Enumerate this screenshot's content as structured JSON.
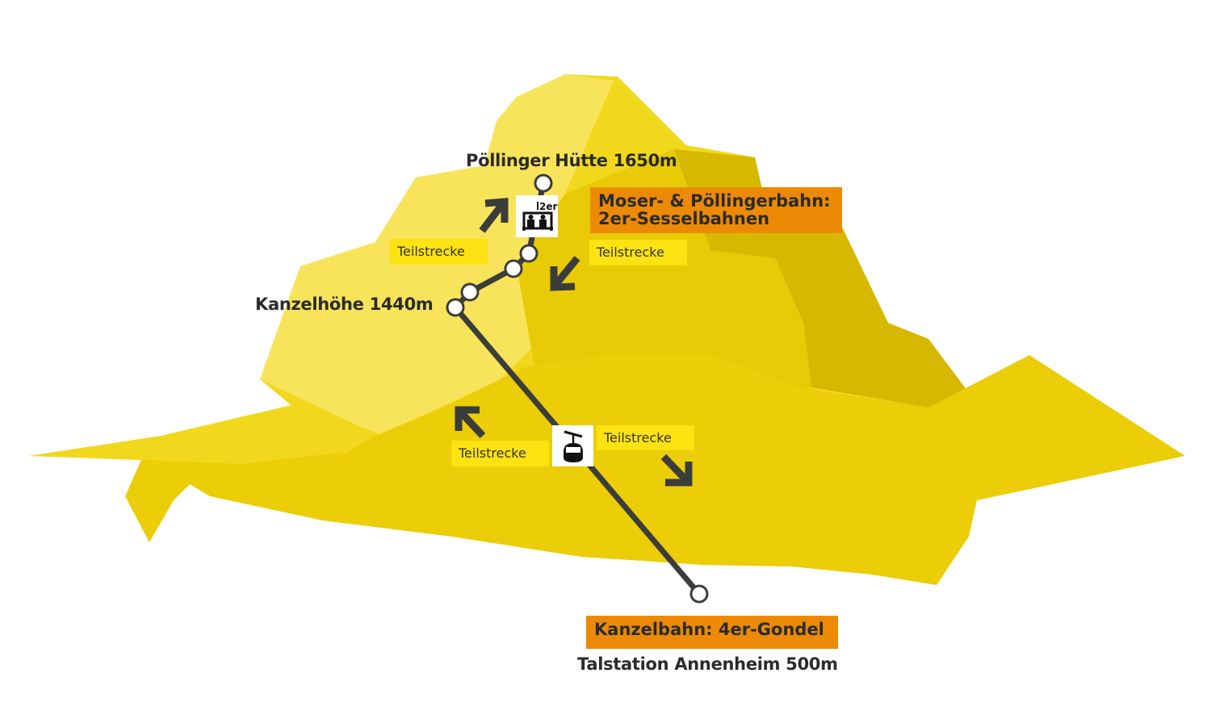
{
  "stations": {
    "top": "Pöllinger Hütte 1650m",
    "middle": "Kanzelhöhe 1440m",
    "valley": "Talstation Annenheim 500m"
  },
  "lifts": {
    "chairlift_line1": "Moser- & Pöllingerbahn:",
    "chairlift_line2": "2er-Sesselbahnen",
    "gondola": "Kanzelbahn: 4er-Gondel",
    "chairlift_icon_text": "2er"
  },
  "sections": {
    "upper_left": "Teilstrecke",
    "upper_right": "Teilstrecke",
    "lower_left": "Teilstrecke",
    "lower_right": "Teilstrecke"
  },
  "icons": {
    "chairlift": "chairlift-icon",
    "gondola": "gondola-icon",
    "arrows": "arrow-icon"
  },
  "colors": {
    "mountain_light": "#f8e45a",
    "mountain_mid": "#f2d81c",
    "mountain_main": "#ebcd08",
    "mountain_dark": "#d6b800",
    "tag_yellow": "#fce311",
    "orange": "#ec8a06",
    "line": "#3b3d3a"
  }
}
